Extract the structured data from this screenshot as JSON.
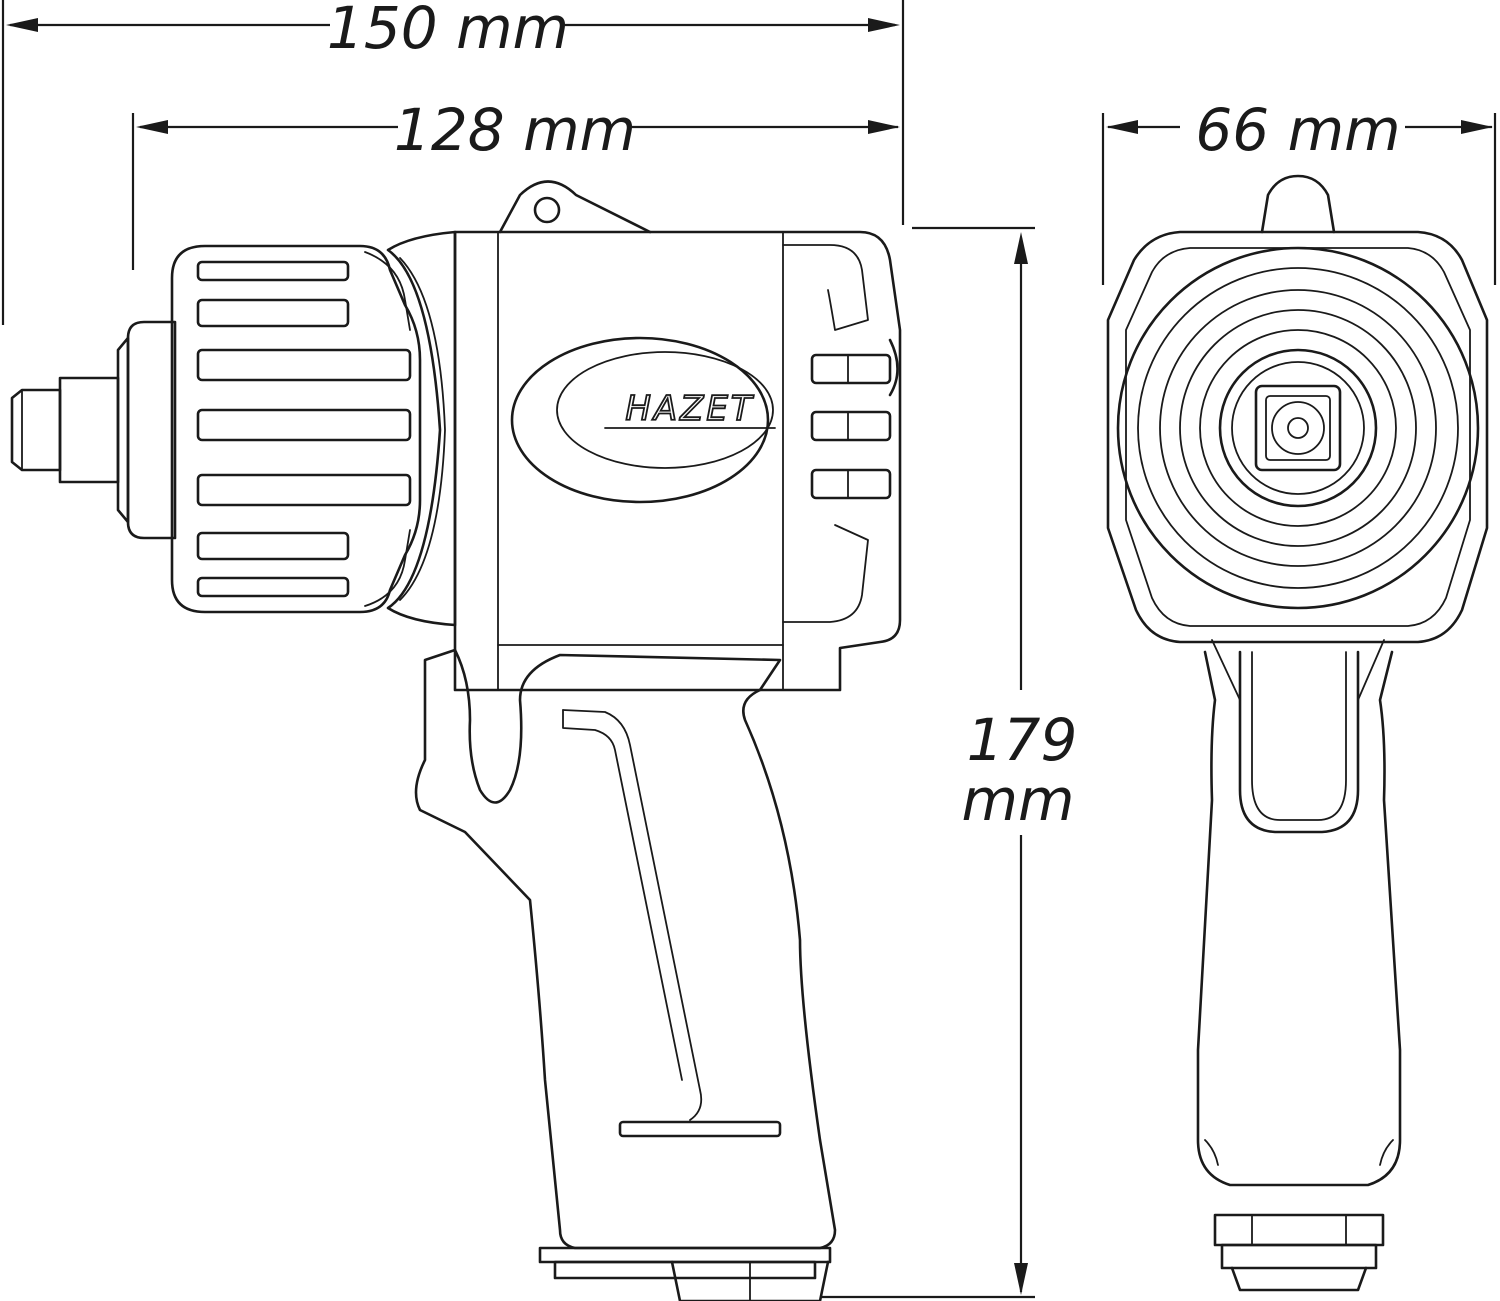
{
  "dimensions": {
    "overall_length": "150 mm",
    "body_length": "128 mm",
    "width": "66 mm",
    "height_value": "179",
    "height_unit": "mm"
  },
  "brand": {
    "logo_text": "HAZET"
  },
  "colors": {
    "line": "#1a1a1a",
    "background": "#ffffff"
  }
}
